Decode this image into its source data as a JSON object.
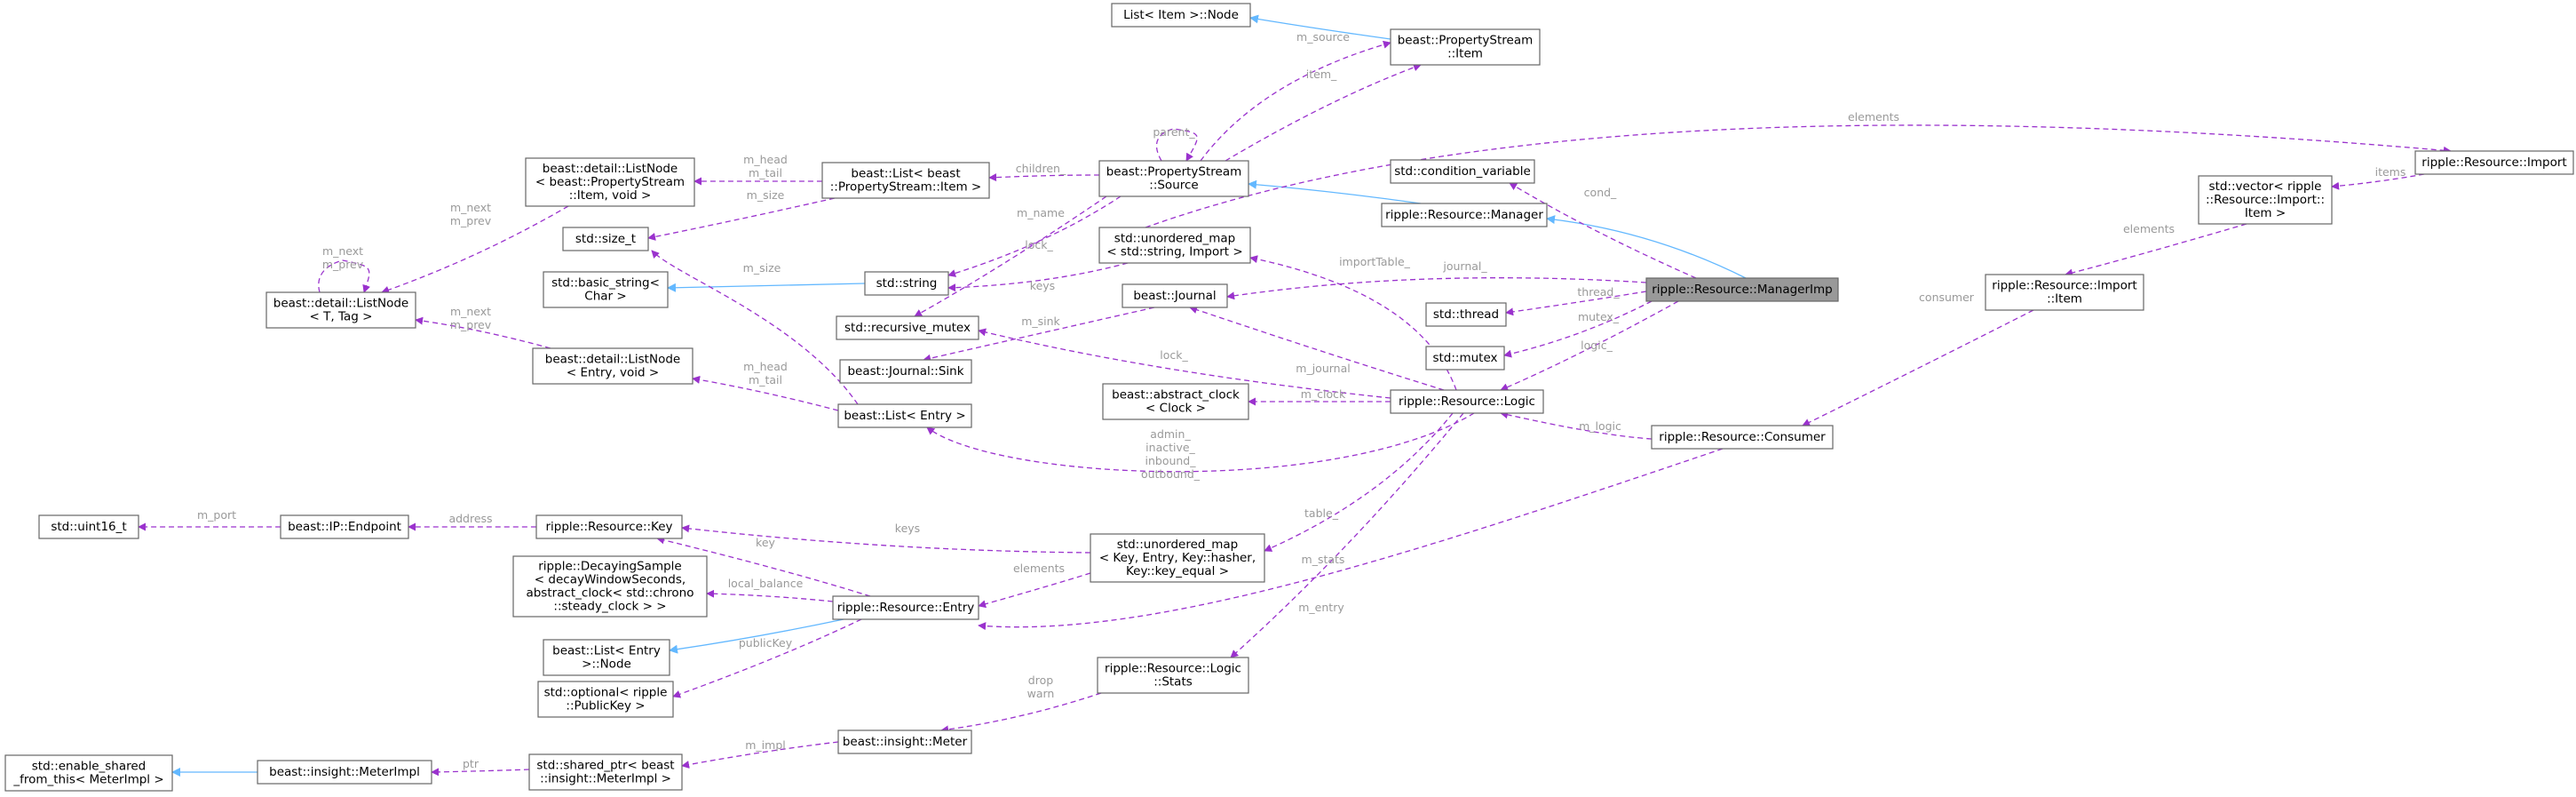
{
  "diagram": {
    "nodes": [
      {
        "id": "listItemNode",
        "lines": [
          "List< Item >::Node"
        ]
      },
      {
        "id": "psItem",
        "lines": [
          "beast::PropertyStream",
          "::Item"
        ]
      },
      {
        "id": "condVar",
        "lines": [
          "std::condition_variable"
        ]
      },
      {
        "id": "psSource",
        "lines": [
          "beast::PropertyStream",
          "::Source"
        ]
      },
      {
        "id": "listPsItem",
        "lines": [
          "beast::List< beast",
          "::PropertyStream::Item >"
        ]
      },
      {
        "id": "listNodePs",
        "lines": [
          "beast::detail::ListNode",
          "< beast::PropertyStream",
          "::Item, void >"
        ]
      },
      {
        "id": "listNodeT",
        "lines": [
          "beast::detail::ListNode",
          "< T, Tag >"
        ]
      },
      {
        "id": "sizeT",
        "lines": [
          "std::size_t"
        ]
      },
      {
        "id": "basicString",
        "lines": [
          "std::basic_string<",
          "Char >"
        ]
      },
      {
        "id": "stdString",
        "lines": [
          "std::string"
        ]
      },
      {
        "id": "umapImport",
        "lines": [
          "std::unordered_map",
          "< std::string, Import >"
        ]
      },
      {
        "id": "resManager",
        "lines": [
          "ripple::Resource::Manager"
        ]
      },
      {
        "id": "managerImp",
        "lines": [
          "ripple::Resource::ManagerImp"
        ],
        "focus": true
      },
      {
        "id": "resImport",
        "lines": [
          "ripple::Resource::Import"
        ]
      },
      {
        "id": "vecImportItem",
        "lines": [
          "std::vector< ripple",
          "::Resource::Import::",
          "Item >"
        ]
      },
      {
        "id": "importItem",
        "lines": [
          "ripple::Resource::Import",
          "::Item"
        ]
      },
      {
        "id": "stdThread",
        "lines": [
          "std::thread"
        ]
      },
      {
        "id": "stdMutex",
        "lines": [
          "std::mutex"
        ]
      },
      {
        "id": "beastJournal",
        "lines": [
          "beast::Journal"
        ]
      },
      {
        "id": "recMutex",
        "lines": [
          "std::recursive_mutex"
        ]
      },
      {
        "id": "journalSink",
        "lines": [
          "beast::Journal::Sink"
        ]
      },
      {
        "id": "listNodeEntry",
        "lines": [
          "beast::detail::ListNode",
          "< Entry, void >"
        ]
      },
      {
        "id": "listEntry",
        "lines": [
          "beast::List< Entry >"
        ]
      },
      {
        "id": "abstractClock",
        "lines": [
          "beast::abstract_clock",
          "< Clock >"
        ]
      },
      {
        "id": "resLogic",
        "lines": [
          "ripple::Resource::Logic"
        ]
      },
      {
        "id": "resConsumer",
        "lines": [
          "ripple::Resource::Consumer"
        ]
      },
      {
        "id": "uint16",
        "lines": [
          "std::uint16_t"
        ]
      },
      {
        "id": "ipEndpoint",
        "lines": [
          "beast::IP::Endpoint"
        ]
      },
      {
        "id": "resKey",
        "lines": [
          "ripple::Resource::Key"
        ]
      },
      {
        "id": "umapKey",
        "lines": [
          "std::unordered_map",
          "< Key, Entry, Key::hasher,",
          "Key::key_equal >"
        ]
      },
      {
        "id": "decaying",
        "lines": [
          "ripple::DecayingSample",
          "< decayWindowSeconds,",
          "abstract_clock< std::chrono",
          "::steady_clock > >"
        ]
      },
      {
        "id": "resEntry",
        "lines": [
          "ripple::Resource::Entry"
        ]
      },
      {
        "id": "listEntryNode",
        "lines": [
          "beast::List< Entry",
          ">::Node"
        ]
      },
      {
        "id": "optPubKey",
        "lines": [
          "std::optional< ripple",
          "::PublicKey >"
        ]
      },
      {
        "id": "logicStats",
        "lines": [
          "ripple::Resource::Logic",
          "::Stats"
        ]
      },
      {
        "id": "insightMeter",
        "lines": [
          "beast::insight::Meter"
        ]
      },
      {
        "id": "enableShared",
        "lines": [
          "std::enable_shared",
          "_from_this< MeterImpl >"
        ]
      },
      {
        "id": "meterImpl",
        "lines": [
          "beast::insight::MeterImpl"
        ]
      },
      {
        "id": "sharedPtrMeter",
        "lines": [
          "std::shared_ptr< beast",
          "::insight::MeterImpl >"
        ]
      }
    ],
    "edges": [
      {
        "id": "e1",
        "kind": "inherit",
        "from": "psItem",
        "to": "listItemNode",
        "labels": []
      },
      {
        "id": "e2",
        "kind": "usage",
        "from": "psSource",
        "to": "psItem",
        "labels": [
          "m_source"
        ]
      },
      {
        "id": "e3",
        "kind": "usage",
        "from": "psItem",
        "to": "psSource",
        "labels": [
          "item_"
        ]
      },
      {
        "id": "e4",
        "kind": "usage",
        "from": "psSource",
        "to": "psSource",
        "labels": [
          "parent_"
        ]
      },
      {
        "id": "e5",
        "kind": "usage",
        "from": "psSource",
        "to": "listPsItem",
        "labels": [
          "children_"
        ]
      },
      {
        "id": "e6",
        "kind": "usage",
        "from": "psSource",
        "to": "stdString",
        "labels": [
          "m_name"
        ]
      },
      {
        "id": "e7",
        "kind": "usage",
        "from": "psSource",
        "to": "recMutex",
        "labels": [
          "lock_"
        ]
      },
      {
        "id": "e8",
        "kind": "inherit",
        "from": "resManager",
        "to": "psSource",
        "labels": []
      },
      {
        "id": "e9",
        "kind": "usage",
        "from": "listPsItem",
        "to": "listNodePs",
        "labels": [
          "m_head",
          "m_tail"
        ]
      },
      {
        "id": "e10",
        "kind": "usage",
        "from": "listPsItem",
        "to": "sizeT",
        "labels": [
          "m_size"
        ]
      },
      {
        "id": "e11",
        "kind": "usage",
        "from": "listNodePs",
        "to": "listNodeT",
        "labels": [
          "m_next",
          "m_prev"
        ]
      },
      {
        "id": "e12",
        "kind": "usage",
        "from": "listNodeT",
        "to": "listNodeT",
        "labels": [
          "m_next",
          "m_prev"
        ]
      },
      {
        "id": "e13",
        "kind": "usage",
        "from": "listNodeEntry",
        "to": "listNodeT",
        "labels": [
          "m_next",
          "m_prev"
        ]
      },
      {
        "id": "e14",
        "kind": "inherit",
        "from": "stdString",
        "to": "basicString",
        "labels": []
      },
      {
        "id": "e15",
        "kind": "usage",
        "from": "umapImport",
        "to": "stdString",
        "labels": [
          "keys"
        ]
      },
      {
        "id": "e16",
        "kind": "usage",
        "from": "resImport",
        "to": "umapImport",
        "labels": [
          "elements"
        ]
      },
      {
        "id": "e17",
        "kind": "inherit",
        "from": "managerImp",
        "to": "resManager",
        "labels": []
      },
      {
        "id": "e18",
        "kind": "usage",
        "from": "managerImp",
        "to": "condVar",
        "labels": [
          "cond_"
        ]
      },
      {
        "id": "e19",
        "kind": "usage",
        "from": "managerImp",
        "to": "beastJournal",
        "labels": [
          "journal_"
        ]
      },
      {
        "id": "e20",
        "kind": "usage",
        "from": "managerImp",
        "to": "stdThread",
        "labels": [
          "thread_"
        ]
      },
      {
        "id": "e21",
        "kind": "usage",
        "from": "managerImp",
        "to": "stdMutex",
        "labels": [
          "mutex_"
        ]
      },
      {
        "id": "e22",
        "kind": "usage",
        "from": "managerImp",
        "to": "resLogic",
        "labels": [
          "logic_"
        ]
      },
      {
        "id": "e23",
        "kind": "usage",
        "from": "vecImportItem",
        "to": "resImport",
        "labels": [
          "items"
        ]
      },
      {
        "id": "e24",
        "kind": "usage",
        "from": "importItem",
        "to": "vecImportItem",
        "labels": [
          "elements"
        ]
      },
      {
        "id": "e25",
        "kind": "usage",
        "from": "importItem",
        "to": "resConsumer",
        "labels": [
          "consumer"
        ]
      },
      {
        "id": "e26",
        "kind": "usage",
        "from": "beastJournal",
        "to": "journalSink",
        "labels": [
          "m_sink"
        ]
      },
      {
        "id": "e27",
        "kind": "usage",
        "from": "resLogic",
        "to": "beastJournal",
        "labels": [
          "m_journal"
        ]
      },
      {
        "id": "e28",
        "kind": "usage",
        "from": "resLogic",
        "to": "recMutex",
        "labels": [
          "lock_"
        ]
      },
      {
        "id": "e29",
        "kind": "usage",
        "from": "resLogic",
        "to": "umapImport",
        "labels": [
          "importTable_"
        ]
      },
      {
        "id": "e30",
        "kind": "usage",
        "from": "resLogic",
        "to": "abstractClock",
        "labels": [
          "m_clock"
        ]
      },
      {
        "id": "e31",
        "kind": "usage",
        "from": "resLogic",
        "to": "listEntry",
        "labels": [
          "admin_",
          "inactive_",
          "inbound_",
          "outbound_"
        ]
      },
      {
        "id": "e32",
        "kind": "usage",
        "from": "resLogic",
        "to": "umapKey",
        "labels": [
          "table_"
        ]
      },
      {
        "id": "e33",
        "kind": "usage",
        "from": "resLogic",
        "to": "logicStats",
        "labels": [
          "m_stats"
        ]
      },
      {
        "id": "e34",
        "kind": "usage",
        "from": "resConsumer",
        "to": "resLogic",
        "labels": [
          "m_logic"
        ]
      },
      {
        "id": "e35",
        "kind": "usage",
        "from": "resConsumer",
        "to": "resEntry",
        "labels": [
          "m_entry"
        ]
      },
      {
        "id": "e36",
        "kind": "usage",
        "from": "listEntry",
        "to": "listNodeEntry",
        "labels": [
          "m_head",
          "m_tail"
        ]
      },
      {
        "id": "e37",
        "kind": "usage",
        "from": "listEntry",
        "to": "sizeT",
        "labels": [
          "m_size"
        ]
      },
      {
        "id": "e38",
        "kind": "usage",
        "from": "ipEndpoint",
        "to": "uint16",
        "labels": [
          "m_port"
        ]
      },
      {
        "id": "e39",
        "kind": "usage",
        "from": "resKey",
        "to": "ipEndpoint",
        "labels": [
          "address"
        ]
      },
      {
        "id": "e40",
        "kind": "usage",
        "from": "umapKey",
        "to": "resKey",
        "labels": [
          "keys"
        ]
      },
      {
        "id": "e41",
        "kind": "usage",
        "from": "umapKey",
        "to": "resEntry",
        "labels": [
          "elements"
        ]
      },
      {
        "id": "e42",
        "kind": "usage",
        "from": "resEntry",
        "to": "resKey",
        "labels": [
          "key"
        ]
      },
      {
        "id": "e43",
        "kind": "usage",
        "from": "resEntry",
        "to": "decaying",
        "labels": [
          "local_balance"
        ]
      },
      {
        "id": "e44",
        "kind": "inherit",
        "from": "resEntry",
        "to": "listEntryNode",
        "labels": []
      },
      {
        "id": "e45",
        "kind": "usage",
        "from": "resEntry",
        "to": "optPubKey",
        "labels": [
          "publicKey"
        ]
      },
      {
        "id": "e46",
        "kind": "usage",
        "from": "logicStats",
        "to": "insightMeter",
        "labels": [
          "drop",
          "warn"
        ]
      },
      {
        "id": "e47",
        "kind": "usage",
        "from": "insightMeter",
        "to": "sharedPtrMeter",
        "labels": [
          "m_impl"
        ]
      },
      {
        "id": "e48",
        "kind": "usage",
        "from": "sharedPtrMeter",
        "to": "meterImpl",
        "labels": [
          "ptr"
        ]
      },
      {
        "id": "e49",
        "kind": "inherit",
        "from": "meterImpl",
        "to": "enableShared",
        "labels": []
      }
    ]
  }
}
